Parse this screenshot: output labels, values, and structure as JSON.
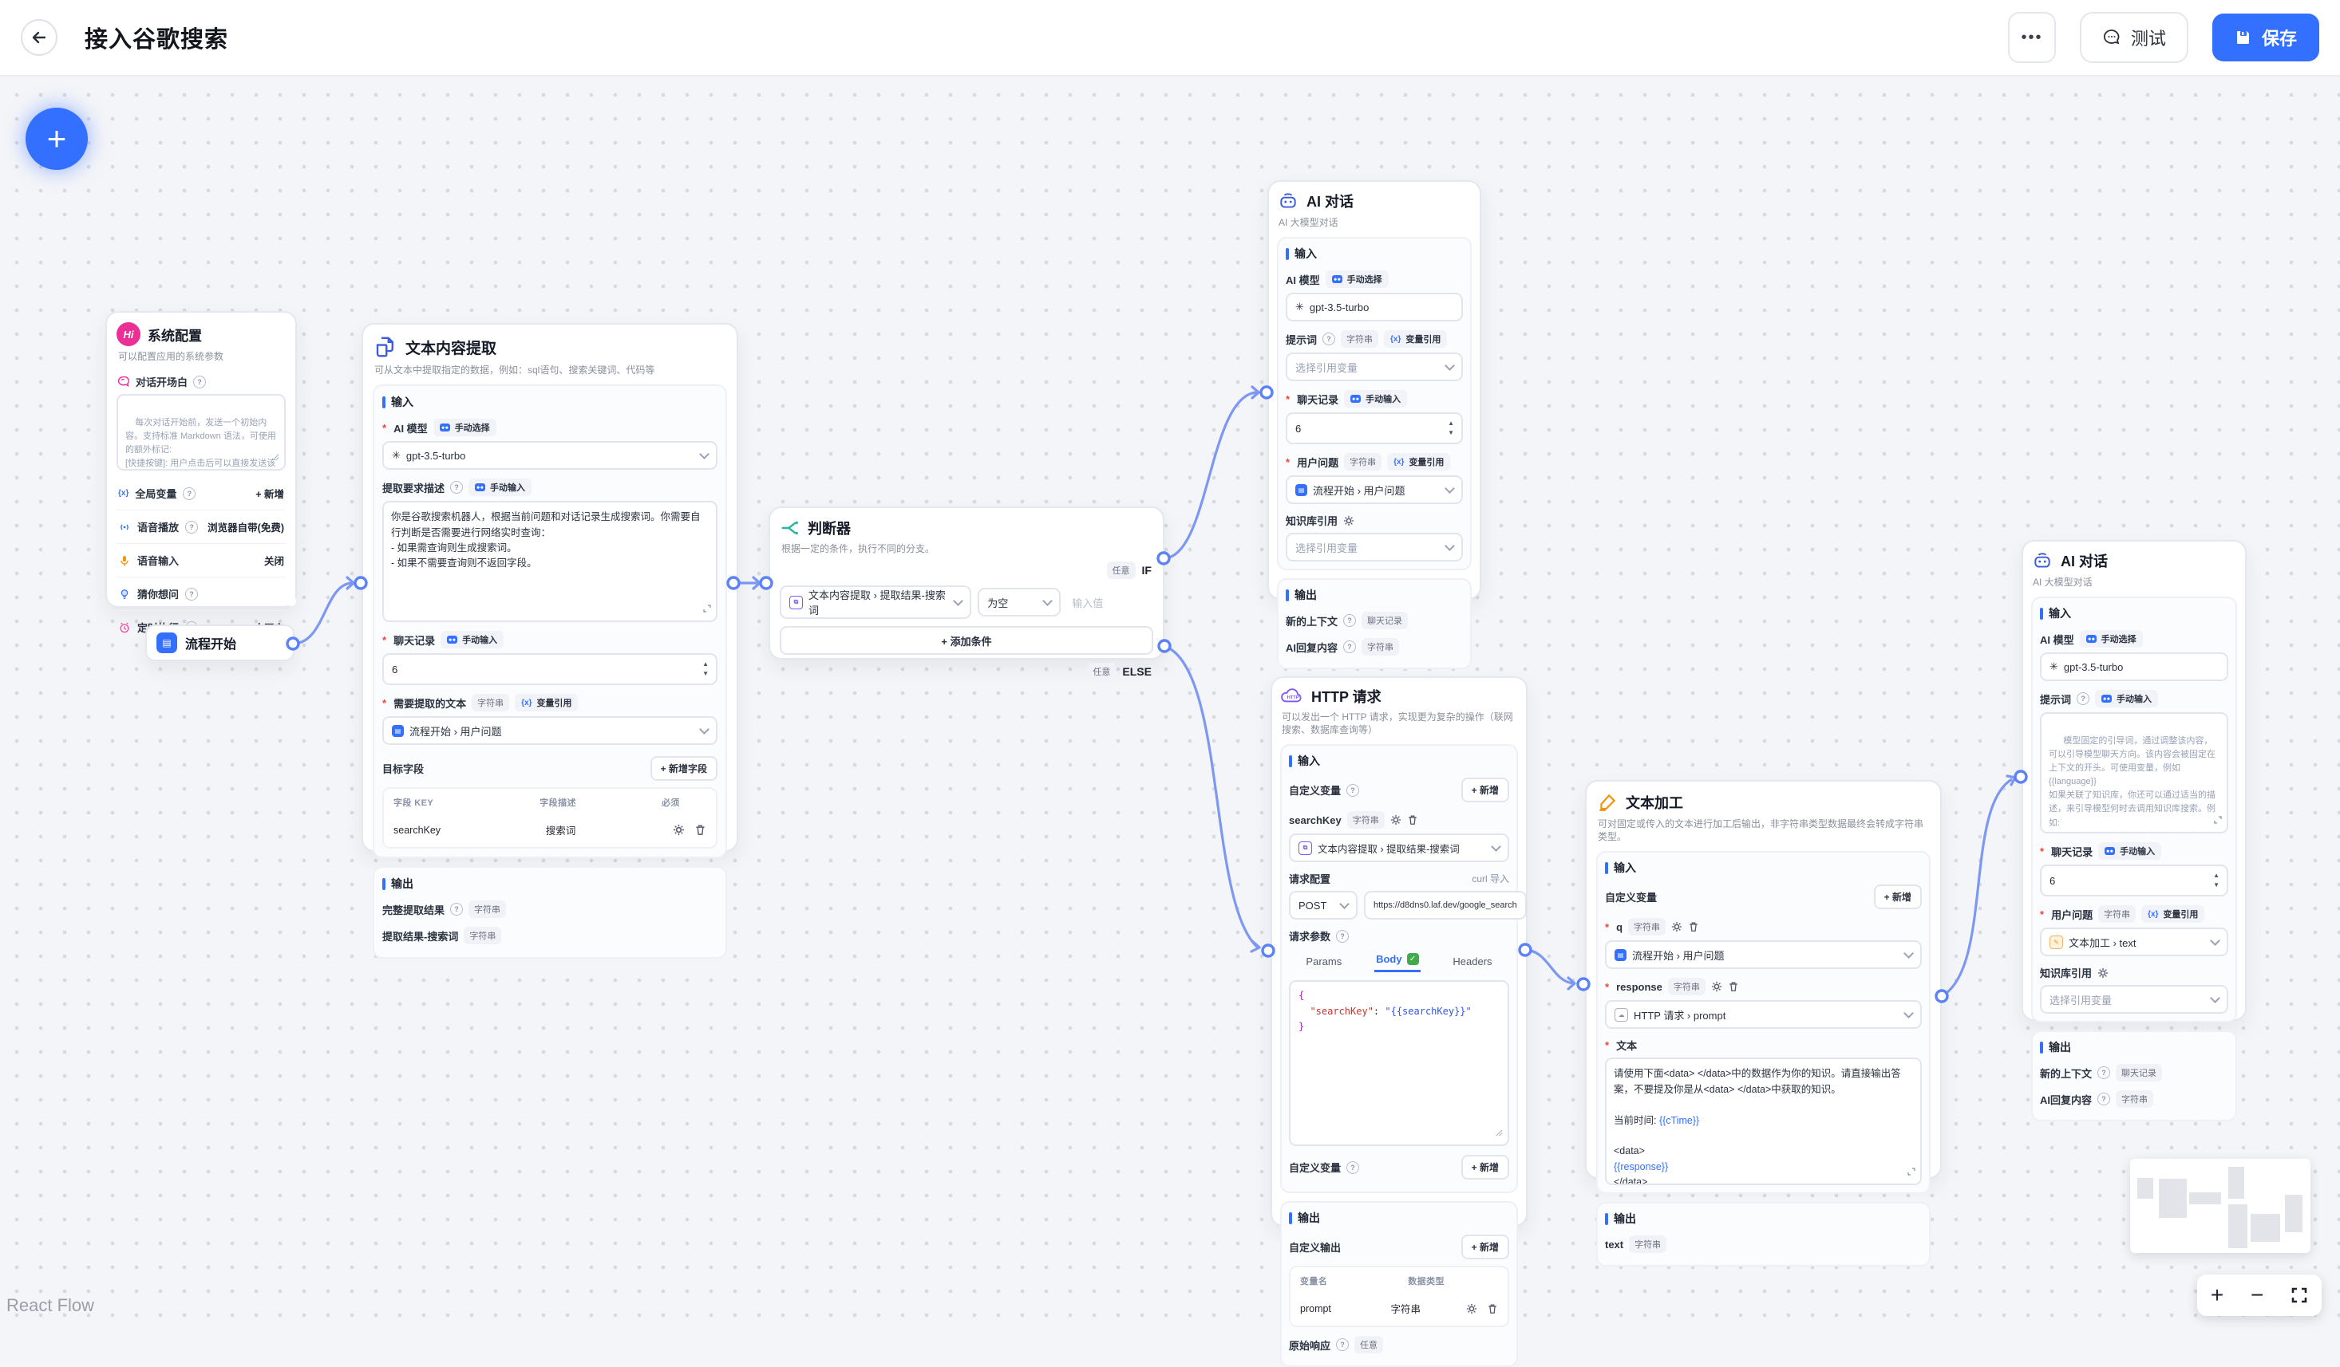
{
  "header": {
    "title": "接入谷歌搜索",
    "more": "•••",
    "test": "测试",
    "save": "保存"
  },
  "footer": {
    "attribution": "React Flow"
  },
  "fab": {
    "plus": "+"
  },
  "controls": {
    "zoom_in": "+",
    "zoom_out": "−"
  },
  "common": {
    "input": "输入",
    "output": "输出",
    "string": "字符串",
    "any": "任意",
    "history_type": "聊天记录",
    "manual_select": "手动选择",
    "manual_input": "手动输入",
    "var_ref": "变量引用",
    "add_btn": "+ 新增",
    "model": "AI 模型",
    "model_value": "gpt-3.5-turbo",
    "prompt": "提示词",
    "history": "聊天记录",
    "history_value": "6",
    "user_question": "用户问题",
    "flow_start_ref": "流程开始 › 用户问题",
    "select_placeholder": "选择引用变量",
    "kb": "知识库引用",
    "new_context": "新的上下文",
    "ai_reply": "AI回复内容",
    "custom_var": "自定义变量",
    "extract_ref": "文本内容提取 › 提取结果-搜索词",
    "help": "?"
  },
  "ai_chat": {
    "title": "AI 对话",
    "desc": "AI 大模型对话"
  },
  "nodes": {
    "system_config": {
      "title": "系统配置",
      "icon_text": "Hi",
      "desc": "可以配置应用的系统参数",
      "welcome_label": "对话开场白",
      "welcome_placeholder": "每次对话开始前，发送一个初始内容。支持标准 Markdown 语法，可使用的额外标记:\n[快捷按键]: 用户点击后可以直接发送该问题",
      "rows": [
        {
          "label": "全局变量",
          "value": "+ 新增"
        },
        {
          "label": "语音播放",
          "value": "浏览器自带(免费)"
        },
        {
          "label": "语音输入",
          "value": "关闭"
        },
        {
          "label": "猜你想问",
          "value": ""
        },
        {
          "label": "定时执行",
          "value": "未开启"
        }
      ]
    },
    "flow_start": {
      "title": "流程开始"
    },
    "text_extract": {
      "title": "文本内容提取",
      "desc": "可从文本中提取指定的数据，例如：sql语句、搜索关键词、代码等",
      "extract_desc_label": "提取要求描述",
      "extract_desc_value": "你是谷歌搜索机器人，根据当前问题和对话记录生成搜索词。你需要自行判断是否需要进行网络实时查询：\n- 如果需查询则生成搜索词。\n- 如果不需要查询则不返回字段。",
      "source_label": "需要提取的文本",
      "target_fields_label": "目标字段",
      "add_field_btn": "+ 新增字段",
      "col_key": "字段 KEY",
      "col_desc": "字段描述",
      "col_required": "必须",
      "field_key": "searchKey",
      "field_desc": "搜索词",
      "out_full": "完整提取结果",
      "out_search": "提取结果-搜索词"
    },
    "classifier": {
      "title": "判断器",
      "desc": "根据一定的条件，执行不同的分支。",
      "if": "IF",
      "else": "ELSE",
      "cond_op": "为空",
      "cond_value_placeholder": "输入值",
      "add_condition": "+ 添加条件"
    },
    "http": {
      "title": "HTTP 请求",
      "desc": "可以发出一个 HTTP 请求，实现更为复杂的操作（联网搜索、数据库查询等）",
      "var_name": "searchKey",
      "req_config": "请求配置",
      "curl_import": "curl 导入",
      "method": "POST",
      "url": "https://d8dns0.laf.dev/google_search",
      "req_params": "请求参数",
      "tabs": [
        "Params",
        "Body",
        "Headers"
      ],
      "code_open": "{",
      "code_key": "  \"searchKey\"",
      "code_sep": ": ",
      "code_val": "\"{{searchKey}}\"",
      "code_close": "}",
      "custom_out": "自定义输出",
      "col_var": "变量名",
      "col_type": "数据类型",
      "out_name": "prompt",
      "raw_resp": "原始响应"
    },
    "text_editor": {
      "title": "文本加工",
      "desc": "可对固定或传入的文本进行加工后输出，非字符串类型数据最终会转成字符串类型。",
      "v1": "q",
      "v2": "response",
      "v2_ref": "HTTP 请求 › prompt",
      "text_label": "文本",
      "text_parts": [
        "请使用下面<data> </data>中的数据作为你的知识。请直接输出答案，不要提及你是从<data> </data>中获取的知识。\n\n当前时间: ",
        "{{cTime}}",
        "\n\n<data>\n",
        "{{response}}",
        "\n</data>"
      ],
      "out_name": "text"
    },
    "ai_chat_right": {
      "prompt_placeholder": "模型固定的引导词，通过调整该内容，可以引导模型聊天方向。该内容会被固定在上下文的开头。可使用变量，例如 {{language}}\n如果关联了知识库，你还可以通过适当的描述，来引导模型何时去调用知识库搜索。例如:\n你是电影《星际穿越》的助手，当用户询问与《星际穿越》相关的内容时，请搜索知识库并结合搜索结果进行回答。",
      "user_ref": "文本加工 › text"
    }
  }
}
